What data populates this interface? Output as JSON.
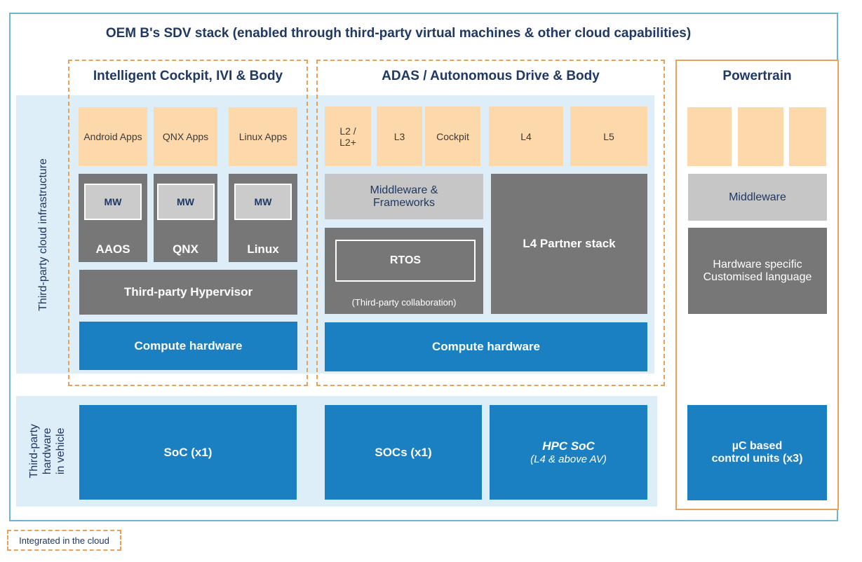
{
  "title": "OEM B's SDV stack (enabled through third-party virtual machines & other cloud capabilities)",
  "side_labels": {
    "cloud_infrastructure": "Third-party cloud infrastructure",
    "hardware_in_vehicle": "Third-party\nhardware\nin vehicle"
  },
  "columns": {
    "cockpit": {
      "header": "Intelligent Cockpit, IVI & Body",
      "apps": [
        "Android Apps",
        "QNX Apps",
        "Linux Apps"
      ],
      "os_stacks": [
        {
          "mw": "MW",
          "os": "AAOS"
        },
        {
          "mw": "MW",
          "os": "QNX"
        },
        {
          "mw": "MW",
          "os": "Linux"
        }
      ],
      "hypervisor": "Third-party Hypervisor",
      "compute": "Compute hardware",
      "soc": "SoC (x1)"
    },
    "adas": {
      "header": "ADAS / Autonomous Drive & Body",
      "levels": [
        "L2 /\nL2+",
        "L3",
        "Cockpit",
        "L4",
        "L5"
      ],
      "middleware": "Middleware &\nFrameworks",
      "l4_partner": "L4 Partner stack",
      "rtos": "RTOS",
      "rtos_note": "(Third-party collaboration)",
      "compute": "Compute hardware",
      "socs": "SOCs (x1)",
      "hpc": {
        "title": "HPC SoC",
        "subtitle": "(L4 & above AV)"
      }
    },
    "powertrain": {
      "header": "Powertrain",
      "middleware": "Middleware",
      "hw_language": "Hardware specific\nCustomised language",
      "control_units": "µC based\ncontrol units (x3)"
    }
  },
  "legend": {
    "integrated_in_cloud": "Integrated in the cloud"
  },
  "colors": {
    "accent_orange_border": "#e8a158",
    "peach_box": "#fcd8ab",
    "dark_gray_box": "#777777",
    "light_gray_box": "#c6c6c6",
    "blue_box": "#1a80c2",
    "light_blue_band": "#ddeef8",
    "navy_text": "#1f3864",
    "outer_border": "#6fb3cc"
  }
}
